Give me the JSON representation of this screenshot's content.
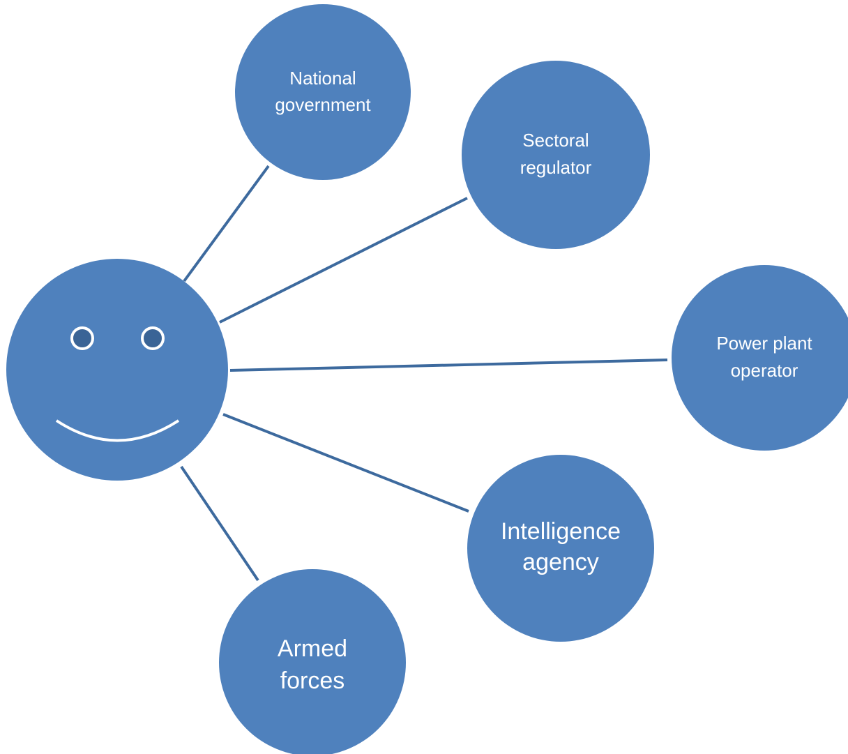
{
  "colors": {
    "node_fill": "#4f81bd",
    "connector": "#3d6a9e",
    "eye_fill": "#3a6496",
    "eye_ring": "#ffffff",
    "smile": "#ffffff",
    "label_text": "#ffffff"
  },
  "center": {
    "icon": "smiley-face-icon"
  },
  "nodes": [
    {
      "id": "national-government",
      "line1": "National",
      "line2": "government"
    },
    {
      "id": "sectoral-regulator",
      "line1": "Sectoral",
      "line2": "regulator"
    },
    {
      "id": "power-plant-operator",
      "line1": "Power plant",
      "line2": "operator"
    },
    {
      "id": "intelligence-agency",
      "line1": "Intelligence",
      "line2": "agency"
    },
    {
      "id": "armed-forces",
      "line1": "Armed",
      "line2": "forces"
    }
  ]
}
